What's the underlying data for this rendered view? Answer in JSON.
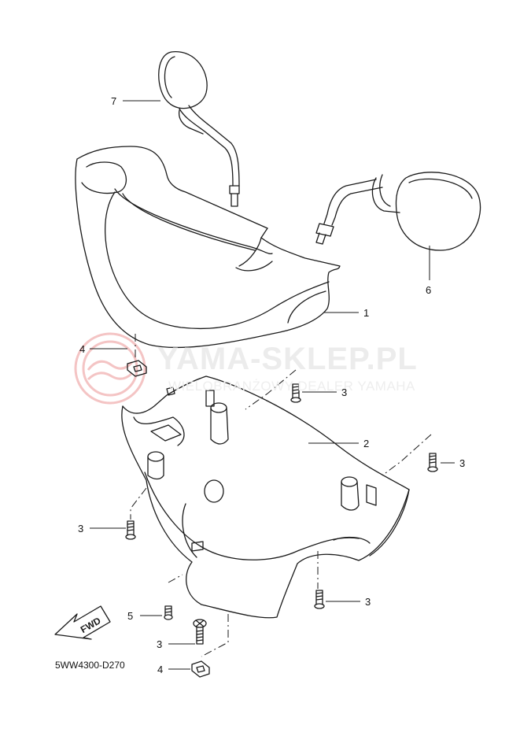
{
  "watermark": {
    "title": "YAMA-SKLEP.PL",
    "subtitle": "WIELOBRANŻOWY DEALER YAMAHA",
    "logo_color": "#f2b8b8"
  },
  "diagram_code": "5WW4300-D270",
  "direction_label": "FWD",
  "callouts": {
    "part_1": "1",
    "part_2": "2",
    "part_3_a": "3",
    "part_3_b": "3",
    "part_3_c": "3",
    "part_3_d": "3",
    "part_3_e": "3",
    "part_4_a": "4",
    "part_4_b": "4",
    "part_5": "5",
    "part_6": "6",
    "part_7": "7"
  }
}
